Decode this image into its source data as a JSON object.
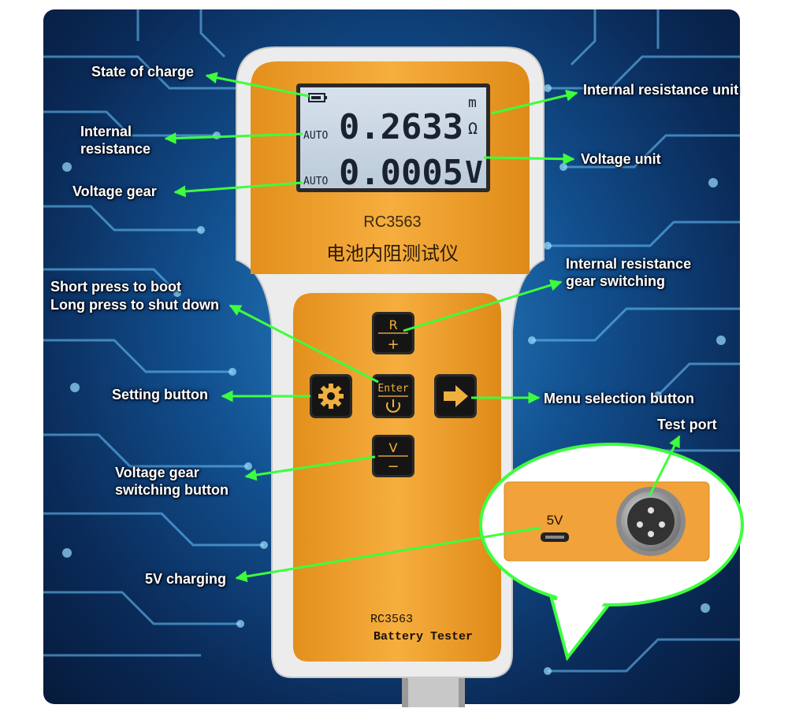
{
  "annotations": {
    "state_of_charge": "State of charge",
    "internal_resistance_line1": "Internal",
    "internal_resistance_line2": "resistance",
    "voltage_gear": "Voltage gear",
    "short_press_boot": "Short press to boot",
    "long_press_shutdown": "Long press to shut down",
    "setting_button": "Setting button",
    "voltage_gear_switching_line1": "Voltage gear",
    "voltage_gear_switching_line2": "switching button",
    "charging_5v": "5V charging",
    "internal_resistance_unit": "Internal resistance unit",
    "voltage_unit": "Voltage unit",
    "ir_gear_switching_line1": "Internal resistance",
    "ir_gear_switching_line2": "gear switching",
    "menu_selection_button": "Menu selection button",
    "test_port": "Test port"
  },
  "lcd": {
    "row1_mode": "AUTO",
    "row1_value": "0.2633",
    "row1_unit_top": "m",
    "row1_unit_bottom": "Ω",
    "row2_mode": "AUTO",
    "row2_value": "0.0005",
    "row2_unit": "V"
  },
  "device": {
    "model_top": "RC3563",
    "chinese_name": "电池内阻测试仪",
    "model_bottom": "RC3563",
    "name_bottom": "Battery Tester"
  },
  "buttons": {
    "r_top": "R",
    "r_bottom": "+",
    "enter": "Enter",
    "v_top": "V",
    "v_bottom": "−"
  },
  "callout": {
    "port_label": "5V"
  },
  "colors": {
    "device_orange": "#f0a030",
    "arrow_green": "#3dff3d",
    "lcd_bg": "#c9d6e3"
  }
}
